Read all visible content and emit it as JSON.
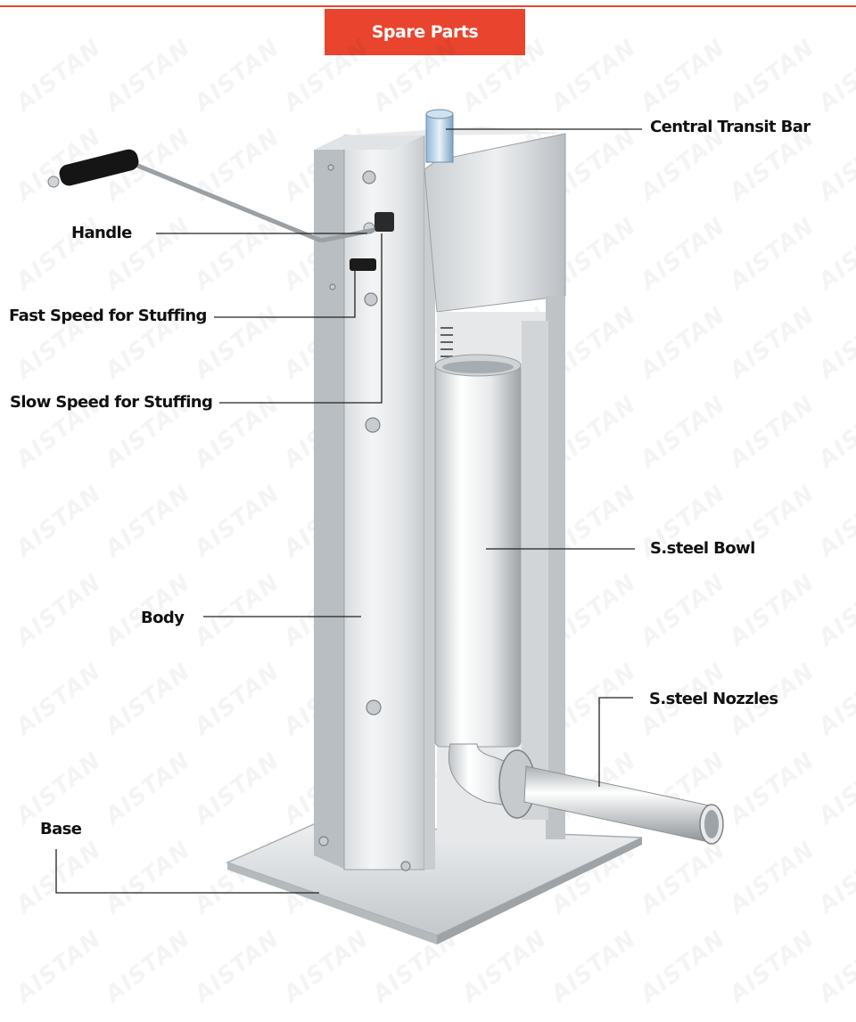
{
  "header": {
    "title": "Spare Parts"
  },
  "watermark": "AISTAN",
  "labels": {
    "central_transit_bar": "Central Transit Bar",
    "handle": "Handle",
    "fast_speed": "Fast Speed for Stuffing",
    "slow_speed": "Slow Speed for Stuffing",
    "bowl": "S.steel Bowl",
    "body": "Body",
    "nozzles": "S.steel Nozzles",
    "base": "Base"
  },
  "colors": {
    "accent": "#e9442e",
    "steel_light": "#f2f3f4",
    "steel_mid": "#cfd3d6",
    "steel_dark": "#8d9296",
    "leader": "#222222"
  }
}
